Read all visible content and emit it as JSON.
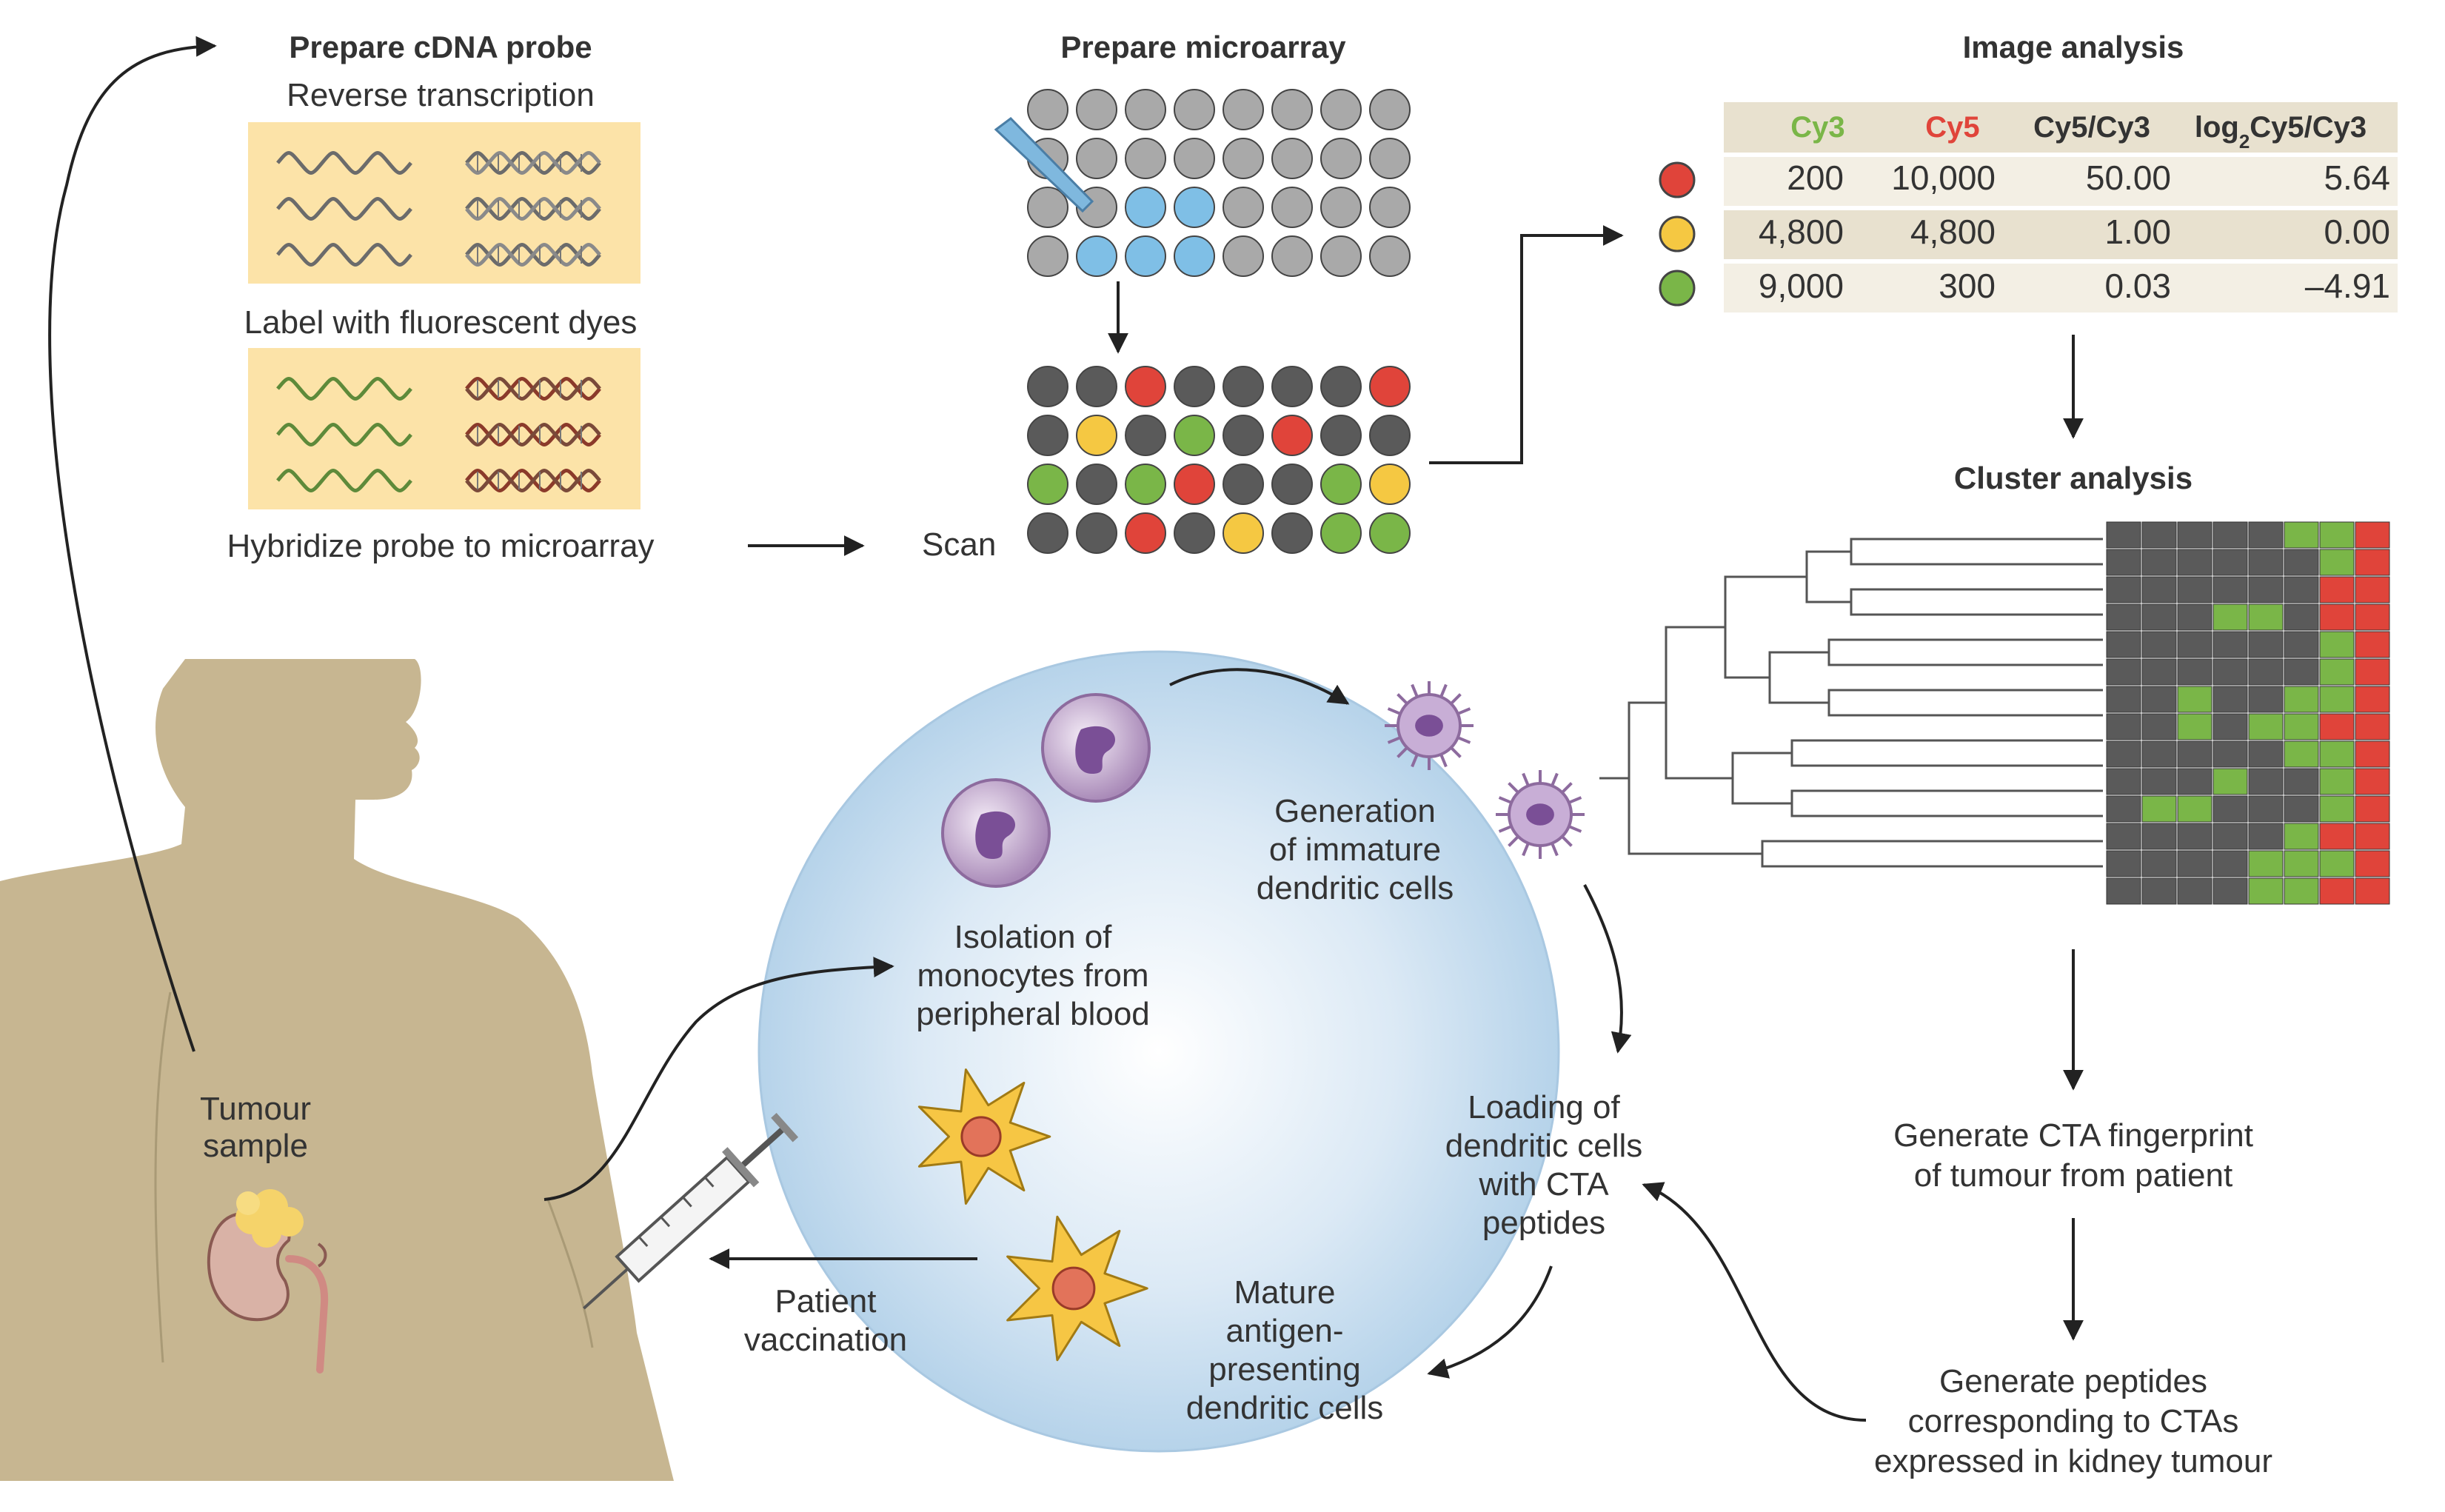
{
  "colors": {
    "cy3_green": "#7ab648",
    "cy5_red": "#e0443a",
    "yellow": "#f5c842",
    "probe_bg": "#fce3a8",
    "body_skin": "#c7b691",
    "circle_blue": "#cfe3f2"
  },
  "cdna": {
    "title": "Prepare cDNA probe",
    "step1": "Reverse transcription",
    "step2": "Label with fluorescent dyes",
    "step3": "Hybridize probe to microarray"
  },
  "microarray": {
    "title": "Prepare microarray",
    "scan_label": "Scan"
  },
  "image_analysis": {
    "title": "Image analysis",
    "headers": {
      "cy3": "Cy3",
      "cy5": "Cy5",
      "ratio": "Cy5/Cy3",
      "log_prefix": "log",
      "log_sub": "2",
      "log_suffix": "Cy5/Cy3"
    },
    "rows": [
      {
        "dot": "red",
        "cy3": "200",
        "cy5": "10,000",
        "ratio": "50.00",
        "log": "5.64"
      },
      {
        "dot": "yellow",
        "cy3": "4,800",
        "cy5": "4,800",
        "ratio": "1.00",
        "log": "0.00"
      },
      {
        "dot": "green",
        "cy3": "9,000",
        "cy5": "300",
        "ratio": "0.03",
        "log": "–4.91"
      }
    ]
  },
  "cluster": {
    "title": "Cluster analysis"
  },
  "right_steps": {
    "fingerprint_l1": "Generate CTA fingerprint",
    "fingerprint_l2": "of tumour from patient",
    "peptides_l1": "Generate peptides",
    "peptides_l2": "corresponding to CTAs",
    "peptides_l3": "expressed in kidney tumour"
  },
  "cycle": {
    "isolation_l1": "Isolation of",
    "isolation_l2": "monocytes from",
    "isolation_l3": "peripheral blood",
    "generation_l1": "Generation",
    "generation_l2": "of immature",
    "generation_l3": "dendritic cells",
    "loading_l1": "Loading of",
    "loading_l2": "dendritic cells",
    "loading_l3": "with CTA",
    "loading_l4": "peptides",
    "mature_l1": "Mature",
    "mature_l2": "antigen-",
    "mature_l3": "presenting",
    "mature_l4": "dendritic cells"
  },
  "patient": {
    "tumour_l1": "Tumour",
    "tumour_l2": "sample",
    "vacc_l1": "Patient",
    "vacc_l2": "vaccination"
  }
}
